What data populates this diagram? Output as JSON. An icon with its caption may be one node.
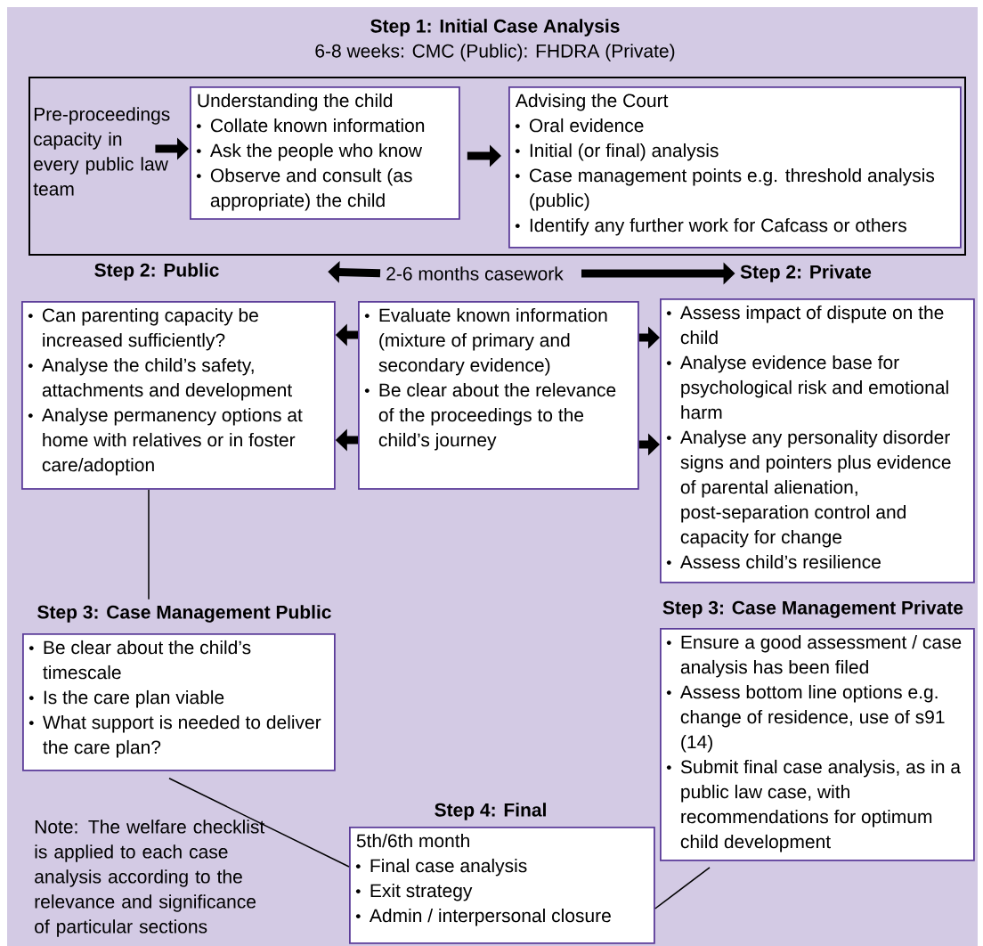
{
  "diagram": {
    "nodes": [
      {
        "text": [
          "Step 1: Initial Case Analysis",
          "6-8 weeks: CMC (Public): FHDRA (Private)"
        ]
      },
      {
        "text": [
          "Pre-proceedings capacity in every public law team"
        ],
        "in": 0
      },
      {
        "text": [
          "Understanding the child",
          "Collate known information",
          "Ask the people who know",
          "Observe and consult (as appropriate) the child"
        ],
        "in": 0
      },
      {
        "text": [
          "Advising the Court",
          "Oral evidence",
          "Initial (or final) analysis",
          "Case management points e.g. threshold analysis (public)",
          "Identify any further work for Cafcass or others"
        ],
        "in": 0
      },
      {
        "text": [
          "2-6 months casework"
        ]
      },
      {
        "text": [
          "Step 2: Public",
          "Can parenting capacity be increased sufficiently?",
          "Analyse the child’s safety, attachments and development",
          "Analyse permanency options at home with relatives or in foster care/adoption"
        ]
      },
      {
        "text": [
          "Evaluate known information (mixture of primary and secondary evidence)",
          "Be clear about the relevance of the proceedings to the child’s journey"
        ]
      },
      {
        "text": [
          "Step 2: Private",
          "Assess impact of dispute on the child",
          "Analyse evidence base for psychological risk and emotional harm",
          "Analyse any personality disorder signs and pointers plus evidence of parental alienation, post-separation control and capacity for change",
          "Assess child’s resilience"
        ]
      },
      {
        "text": [
          "Step 3: Case Management Public",
          "Be clear about the child’s timescale",
          "Is the care plan viable",
          "What support is needed to deliver the care plan?"
        ]
      },
      {
        "text": [
          "Step 3: Case Management Private",
          "Ensure a good assessment / case analysis has been filed",
          "Assess bottom line options e.g. change of residence, use of s91 (14)",
          "Submit final case analysis, as in a public law case, with recommendations for optimum child development"
        ]
      },
      {
        "text": [
          "Step 4: Final",
          "5th/6th month",
          "Final case analysis",
          "Exit strategy",
          "Admin / interpersonal closure"
        ]
      }
    ],
    "edges": [
      {
        "from": 1,
        "to": 2,
        "arrow": "to"
      },
      {
        "from": 2,
        "to": 3,
        "arrow": "to"
      },
      {
        "from": 4,
        "to": 5,
        "arrow": "to"
      },
      {
        "from": 4,
        "to": 7,
        "arrow": "to"
      },
      {
        "from": 6,
        "to": 5,
        "arrow": "to"
      },
      {
        "from": 6,
        "to": 5,
        "arrow": "to"
      },
      {
        "from": 6,
        "to": 7,
        "arrow": "to"
      },
      {
        "from": 6,
        "to": 7,
        "arrow": "to"
      },
      {
        "from": 5,
        "to": 8,
        "arrow": "none"
      },
      {
        "from": 8,
        "to": 10,
        "arrow": "none"
      },
      {
        "from": 9,
        "to": 10,
        "arrow": "none"
      }
    ],
    "labels": [
      "Note: The welfare checklist is applied to each case analysis according to the relevance and significance of particular sections"
    ]
  }
}
